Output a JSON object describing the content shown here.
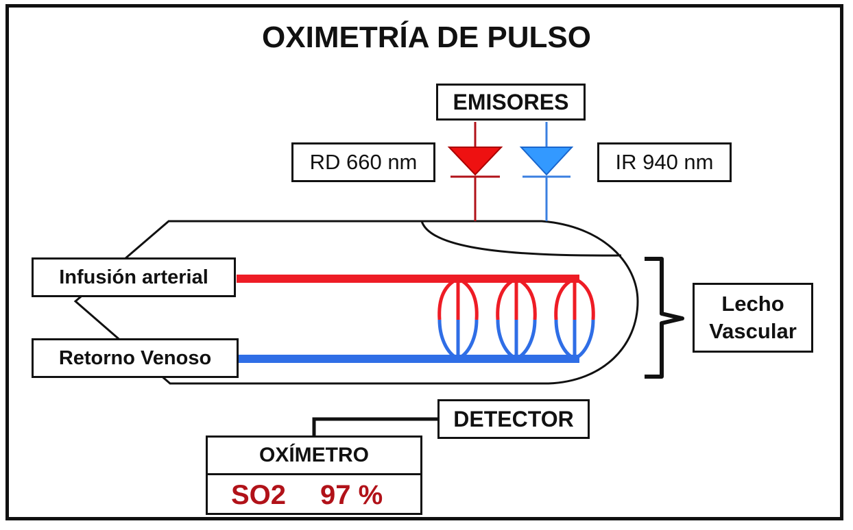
{
  "title": "OXIMETRÍA DE PULSO",
  "labels": {
    "emitters": "EMISORES",
    "red_led": "RD 660 nm",
    "ir_led": "IR 940 nm",
    "arterial": "Infusión arterial",
    "venous": "Retorno Venoso",
    "vascular_bed_line1": "Lecho",
    "vascular_bed_line2": "Vascular",
    "detector": "DETECTOR"
  },
  "oximeter": {
    "title": "OXÍMETRO",
    "parameter": "SO2",
    "reading": "97 %"
  },
  "colors": {
    "arterial": "#ee1c25",
    "venous": "#2f6ee6",
    "red_led": "#ee1111",
    "ir_led": "#3399ff",
    "value_text": "#b11219"
  }
}
